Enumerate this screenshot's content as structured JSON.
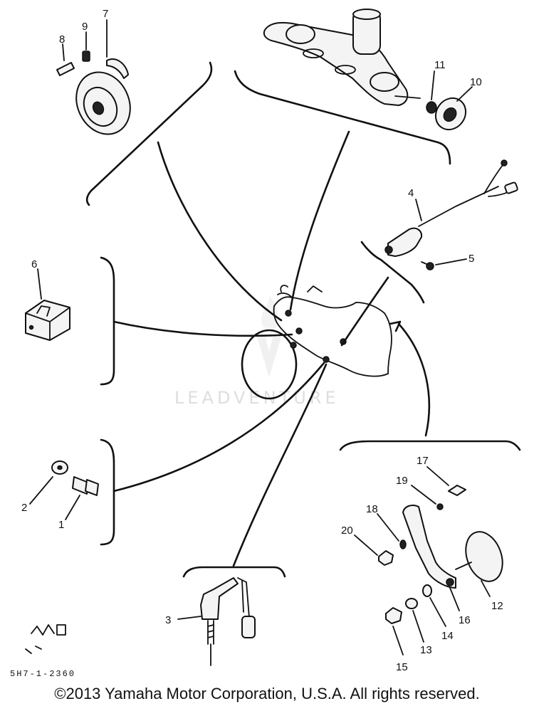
{
  "labels": {
    "p1": "1",
    "p2": "2",
    "p3": "3",
    "p4": "4",
    "p5": "5",
    "p6": "6",
    "p7": "7",
    "p8": "8",
    "p9": "9",
    "p10": "10",
    "p11": "11",
    "p12": "12",
    "p13": "13",
    "p14": "14",
    "p15": "15",
    "p16": "16",
    "p17": "17",
    "p18": "18",
    "p19": "19",
    "p20": "20"
  },
  "watermark": "LEADVENTURE",
  "drawing_code": "5H7-1-2360",
  "copyright": "©2013 Yamaha Motor Corporation, U.S.A. All rights reserved."
}
